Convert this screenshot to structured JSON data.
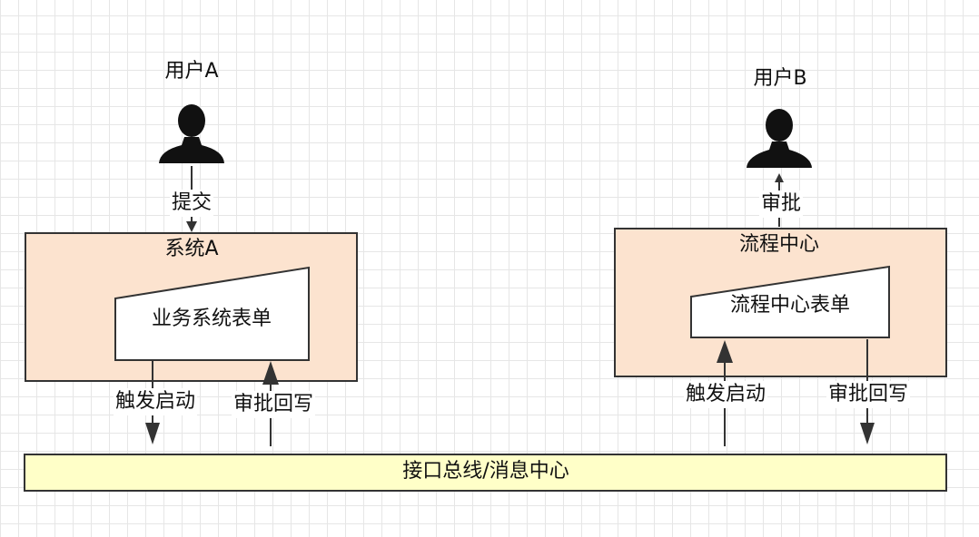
{
  "user_a": {
    "name": "用户A",
    "action": "提交"
  },
  "user_b": {
    "name": "用户B",
    "action": "审批"
  },
  "system_a": {
    "title": "系统A",
    "form": "业务系统表单",
    "trigger": "触发启动",
    "writeback": "审批回写"
  },
  "flow_center": {
    "title": "流程中心",
    "form": "流程中心表单",
    "trigger": "触发启动",
    "writeback": "审批回写"
  },
  "bus": {
    "label": "接口总线/消息中心"
  },
  "colors": {
    "system_fill": "#fce3cf",
    "bus_fill": "#ffffc8",
    "stroke": "#333333",
    "form_fill": "#ffffff"
  }
}
